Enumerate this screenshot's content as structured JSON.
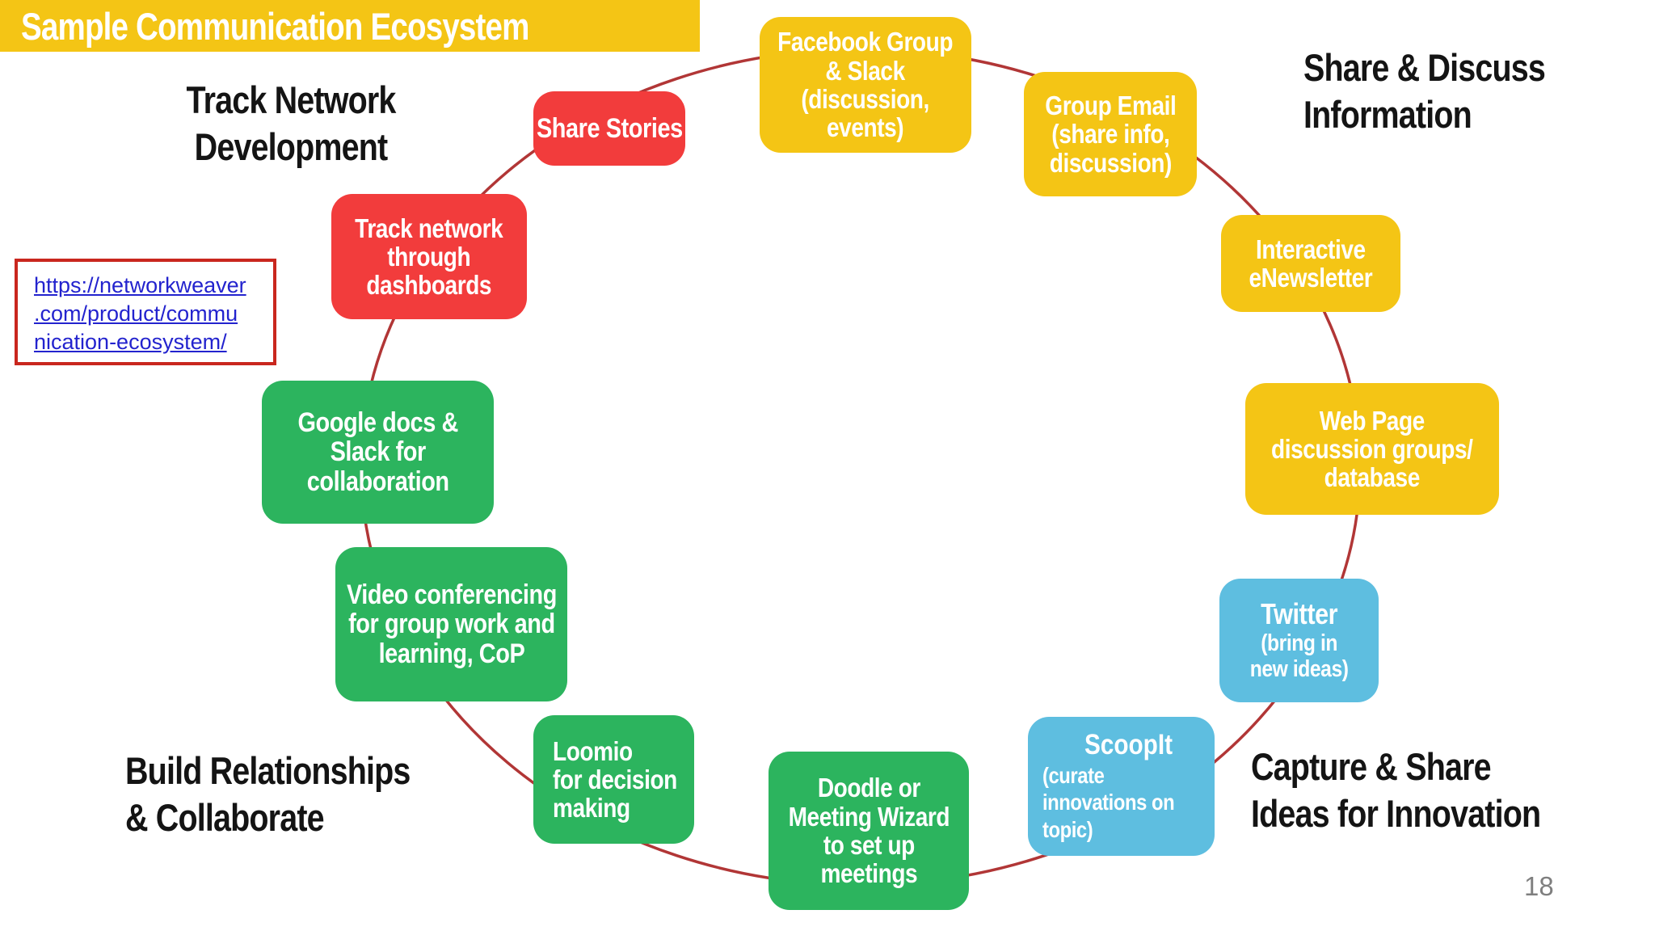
{
  "title": "Sample Communication Ecosystem",
  "page_number": "18",
  "colors": {
    "banner_yellow": "#F4C515",
    "node_red": "#F23C3C",
    "node_yellow": "#F4C515",
    "node_green": "#2CB45E",
    "node_blue": "#5EBEE0",
    "connector_ring": "#B13636",
    "link_border_red": "#C9271E",
    "link_text_blue": "#2323CE",
    "heading_black": "#141414",
    "page_number_gray": "#7F7F7F"
  },
  "link": {
    "lines": [
      "https://networkweaver",
      ".com/product/commu",
      "nication-ecosystem/"
    ],
    "url": "https://networkweaver.com/product/communication-ecosystem/"
  },
  "headings": {
    "track_network": {
      "lines": [
        "Track Network",
        "Development"
      ]
    },
    "share_discuss": {
      "lines": [
        "Share & Discuss",
        "Information"
      ]
    },
    "build_relationships": {
      "lines": [
        "Build Relationships",
        "& Collaborate"
      ]
    },
    "capture_share": {
      "lines": [
        "Capture & Share",
        "Ideas for Innovation"
      ]
    }
  },
  "nodes": {
    "share_stories": {
      "color": "red",
      "lines": [
        "Share Stories"
      ]
    },
    "track_dashboards": {
      "color": "red",
      "lines": [
        "Track network",
        "through",
        "dashboards"
      ]
    },
    "facebook_slack": {
      "color": "yellow",
      "lines": [
        "Facebook Group",
        "& Slack",
        "(discussion,",
        "events)"
      ]
    },
    "group_email": {
      "color": "yellow",
      "lines": [
        "Group Email",
        "(share info,",
        "discussion)"
      ]
    },
    "enewsletter": {
      "color": "yellow",
      "lines": [
        "Interactive",
        "eNewsletter"
      ]
    },
    "web_page": {
      "color": "yellow",
      "lines": [
        "Web Page",
        "discussion groups/",
        "database"
      ]
    },
    "twitter": {
      "color": "blue",
      "title": "Twitter",
      "sub_lines": [
        "(bring in",
        "new ideas)"
      ]
    },
    "scoopit": {
      "color": "blue",
      "title": "ScoopIt",
      "sub_lines": [
        "(curate",
        "innovations on",
        "topic)"
      ]
    },
    "doodle": {
      "color": "green",
      "lines": [
        "Doodle or",
        "Meeting Wizard",
        "to set up",
        "meetings"
      ]
    },
    "loomio": {
      "color": "green",
      "lines": [
        "Loomio",
        "for decision",
        "making"
      ]
    },
    "video_conferencing": {
      "color": "green",
      "lines": [
        "Video conferencing",
        "for group work and",
        "learning, CoP"
      ]
    },
    "google_docs": {
      "color": "green",
      "lines": [
        "Google docs &",
        "Slack for",
        "collaboration"
      ]
    }
  }
}
